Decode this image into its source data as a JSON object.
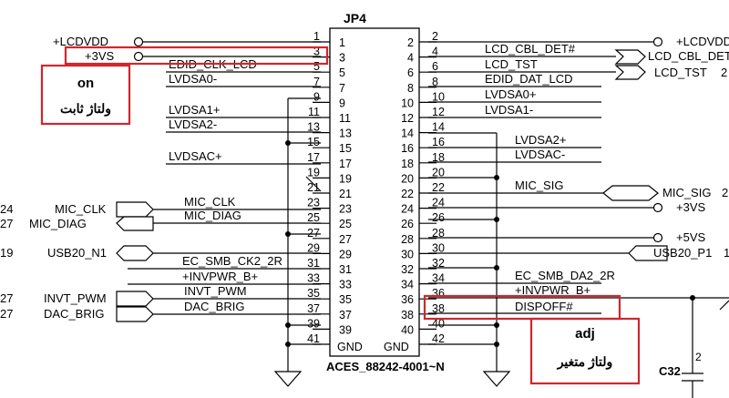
{
  "connector": {
    "ref": "JP4",
    "part": "ACES_88242-4001~N",
    "gnd_left": "GND",
    "gnd_right": "GND",
    "left_pins": [
      "1",
      "3",
      "5",
      "7",
      "9",
      "11",
      "13",
      "15",
      "17",
      "19",
      "21",
      "23",
      "25",
      "27",
      "29",
      "31",
      "33",
      "35",
      "37",
      "39",
      "41"
    ],
    "left_inner": [
      "1",
      "3",
      "5",
      "7",
      "9",
      "11",
      "13",
      "15",
      "17",
      "19",
      "21",
      "23",
      "25",
      "27",
      "29",
      "31",
      "33",
      "35",
      "37",
      "39"
    ],
    "right_pins": [
      "2",
      "4",
      "6",
      "8",
      "10",
      "12",
      "14",
      "16",
      "18",
      "20",
      "22",
      "24",
      "26",
      "28",
      "30",
      "32",
      "34",
      "36",
      "38",
      "40",
      "42"
    ],
    "right_inner": [
      "2",
      "4",
      "6",
      "8",
      "10",
      "12",
      "14",
      "16",
      "18",
      "20",
      "22",
      "24",
      "26",
      "28",
      "30",
      "32",
      "34",
      "36",
      "38",
      "40"
    ]
  },
  "left_nets": {
    "lcdvdd": "+LCDVDD",
    "p3vs": "+3VS",
    "edid_clk": "EDID_CLK_LCD",
    "lvdsa0n": "LVDSA0-",
    "lvdsa1p": "LVDSA1+",
    "lvdsa2n": "LVDSA2-",
    "lvdsacp": "LVDSAC+",
    "mic_clk": "MIC_CLK",
    "mic_diag": "MIC_DIAG",
    "mic_clk_port": "MIC_CLK",
    "mic_diag_port": "MIC_DIAG",
    "mic_clk_num": "24",
    "mic_diag_num": "27",
    "usb20_n1": "USB20_N1",
    "usb_num": "19",
    "ec_smb_ck2": "EC_SMB_CK2_2R",
    "invpwr": "+INVPWR_B+",
    "invt_pwm": "INVT_PWM",
    "dac_brig": "DAC_BRIG",
    "invt_pwm_port": "INVT_PWM",
    "dac_brig_port": "DAC_BRIG",
    "invt_num": "27",
    "dac_num": "27"
  },
  "right_nets": {
    "lcdvdd": "+LCDVDD",
    "lcd_cbl_det": "LCD_CBL_DET#",
    "lcd_cbl_det_port": "LCD_CBL_DET",
    "lcd_tst": "LCD_TST",
    "lcd_tst_port": "LCD_TST",
    "lcd_tst_num": "2",
    "edid_dat": "EDID_DAT_LCD",
    "lvdsa0p": "LVDSA0+",
    "lvdsa1n": "LVDSA1-",
    "lvdsa2p": "LVDSA2+",
    "lvdsacn": "LVDSAC-",
    "mic_sig": "MIC_SIG",
    "mic_sig_port": "MIC_SIG",
    "mic_sig_num": "2",
    "p3vs": "+3VS",
    "p5vs": "+5VS",
    "usb20_p1": "USB20_P1",
    "usb_num": "1",
    "ec_smb_da2": "EC_SMB_DA2_2R",
    "invpwr": "+INVPWR_B+",
    "dispoff": "DISPOFF#"
  },
  "cap": {
    "ref": "C32",
    "pin": "2"
  },
  "annotations": {
    "on_title": "on",
    "on_sub": "ولتاژ ثابت",
    "adj_title": "adj",
    "adj_sub": "ولتاژ متغیر"
  },
  "colors": {
    "line": "#000000",
    "highlight": "#d0262e",
    "note_text": "#c8102e"
  }
}
